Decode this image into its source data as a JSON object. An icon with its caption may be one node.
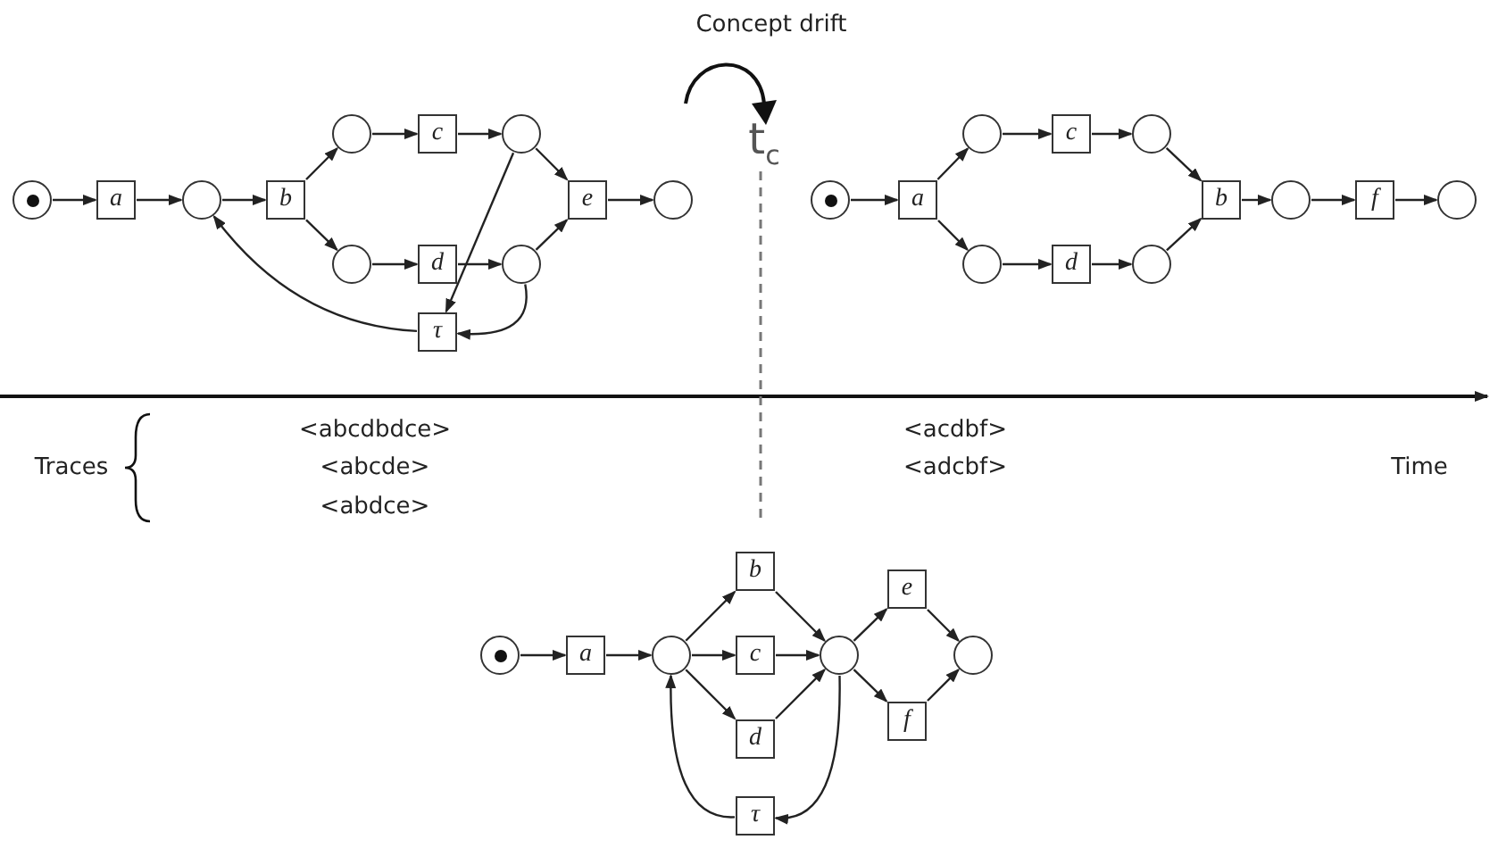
{
  "diagram": {
    "nodes": [
      {
        "text": [],
        "shape": "circle"
      },
      {
        "text": [
          "a"
        ]
      },
      {
        "text": [],
        "shape": "circle"
      },
      {
        "text": [
          "b"
        ]
      },
      {
        "text": [],
        "shape": "circle"
      },
      {
        "text": [
          "c"
        ]
      },
      {
        "text": [],
        "shape": "circle"
      },
      {
        "text": [],
        "shape": "circle"
      },
      {
        "text": [
          "d"
        ]
      },
      {
        "text": [],
        "shape": "circle"
      },
      {
        "text": [
          "e"
        ]
      },
      {
        "text": [],
        "shape": "circle"
      },
      {
        "text": [
          "τ"
        ]
      },
      {
        "text": [],
        "shape": "circle"
      },
      {
        "text": [
          "a"
        ]
      },
      {
        "text": [],
        "shape": "circle"
      },
      {
        "text": [
          "c"
        ]
      },
      {
        "text": [],
        "shape": "circle"
      },
      {
        "text": [],
        "shape": "circle"
      },
      {
        "text": [
          "d"
        ]
      },
      {
        "text": [],
        "shape": "circle"
      },
      {
        "text": [
          "b"
        ]
      },
      {
        "text": [],
        "shape": "circle"
      },
      {
        "text": [
          "f"
        ]
      },
      {
        "text": [],
        "shape": "circle"
      },
      {
        "text": [],
        "shape": "circle"
      },
      {
        "text": [
          "a"
        ]
      },
      {
        "text": [],
        "shape": "circle"
      },
      {
        "text": [
          "b"
        ]
      },
      {
        "text": [
          "c"
        ]
      },
      {
        "text": [
          "d"
        ]
      },
      {
        "text": [],
        "shape": "circle"
      },
      {
        "text": [
          "e"
        ]
      },
      {
        "text": [
          "f"
        ]
      },
      {
        "text": [],
        "shape": "circle"
      },
      {
        "text": [
          "τ"
        ]
      }
    ],
    "edges": [
      {
        "from": 0,
        "to": 1,
        "arrow": "to"
      },
      {
        "from": 1,
        "to": 2,
        "arrow": "to"
      },
      {
        "from": 2,
        "to": 3,
        "arrow": "to"
      },
      {
        "from": 3,
        "to": 4,
        "arrow": "to"
      },
      {
        "from": 3,
        "to": 7,
        "arrow": "to"
      },
      {
        "from": 4,
        "to": 5,
        "arrow": "to"
      },
      {
        "from": 5,
        "to": 6,
        "arrow": "to"
      },
      {
        "from": 7,
        "to": 8,
        "arrow": "to"
      },
      {
        "from": 8,
        "to": 9,
        "arrow": "to"
      },
      {
        "from": 6,
        "to": 10,
        "arrow": "to"
      },
      {
        "from": 9,
        "to": 10,
        "arrow": "to"
      },
      {
        "from": 10,
        "to": 11,
        "arrow": "to"
      },
      {
        "from": 6,
        "to": 12,
        "arrow": "to"
      },
      {
        "from": 9,
        "to": 12,
        "arrow": "to"
      },
      {
        "from": 12,
        "to": 2,
        "arrow": "to"
      },
      {
        "from": 13,
        "to": 14,
        "arrow": "to"
      },
      {
        "from": 14,
        "to": 15,
        "arrow": "to"
      },
      {
        "from": 14,
        "to": 18,
        "arrow": "to"
      },
      {
        "from": 15,
        "to": 16,
        "arrow": "to"
      },
      {
        "from": 16,
        "to": 17,
        "arrow": "to"
      },
      {
        "from": 18,
        "to": 19,
        "arrow": "to"
      },
      {
        "from": 19,
        "to": 20,
        "arrow": "to"
      },
      {
        "from": 17,
        "to": 21,
        "arrow": "to"
      },
      {
        "from": 20,
        "to": 21,
        "arrow": "to"
      },
      {
        "from": 21,
        "to": 22,
        "arrow": "to"
      },
      {
        "from": 22,
        "to": 23,
        "arrow": "to"
      },
      {
        "from": 23,
        "to": 24,
        "arrow": "to"
      },
      {
        "from": 25,
        "to": 26,
        "arrow": "to"
      },
      {
        "from": 26,
        "to": 27,
        "arrow": "to"
      },
      {
        "from": 27,
        "to": 28,
        "arrow": "to"
      },
      {
        "from": 27,
        "to": 29,
        "arrow": "to"
      },
      {
        "from": 27,
        "to": 30,
        "arrow": "to"
      },
      {
        "from": 28,
        "to": 31,
        "arrow": "to"
      },
      {
        "from": 29,
        "to": 31,
        "arrow": "to"
      },
      {
        "from": 30,
        "to": 31,
        "arrow": "to"
      },
      {
        "from": 31,
        "to": 32,
        "arrow": "to"
      },
      {
        "from": 31,
        "to": 33,
        "arrow": "to"
      },
      {
        "from": 32,
        "to": 34,
        "arrow": "to"
      },
      {
        "from": 33,
        "to": 34,
        "arrow": "to"
      },
      {
        "from": 31,
        "to": 35,
        "arrow": "to"
      },
      {
        "from": 35,
        "to": 27,
        "arrow": "to"
      }
    ],
    "labels": [
      "Concept drift",
      "t$_{c}$",
      "Traces",
      "<abcdbdce>",
      "<abcde>",
      "<abdce>",
      "<acdbf>",
      "<adcbf>",
      "Time"
    ]
  }
}
